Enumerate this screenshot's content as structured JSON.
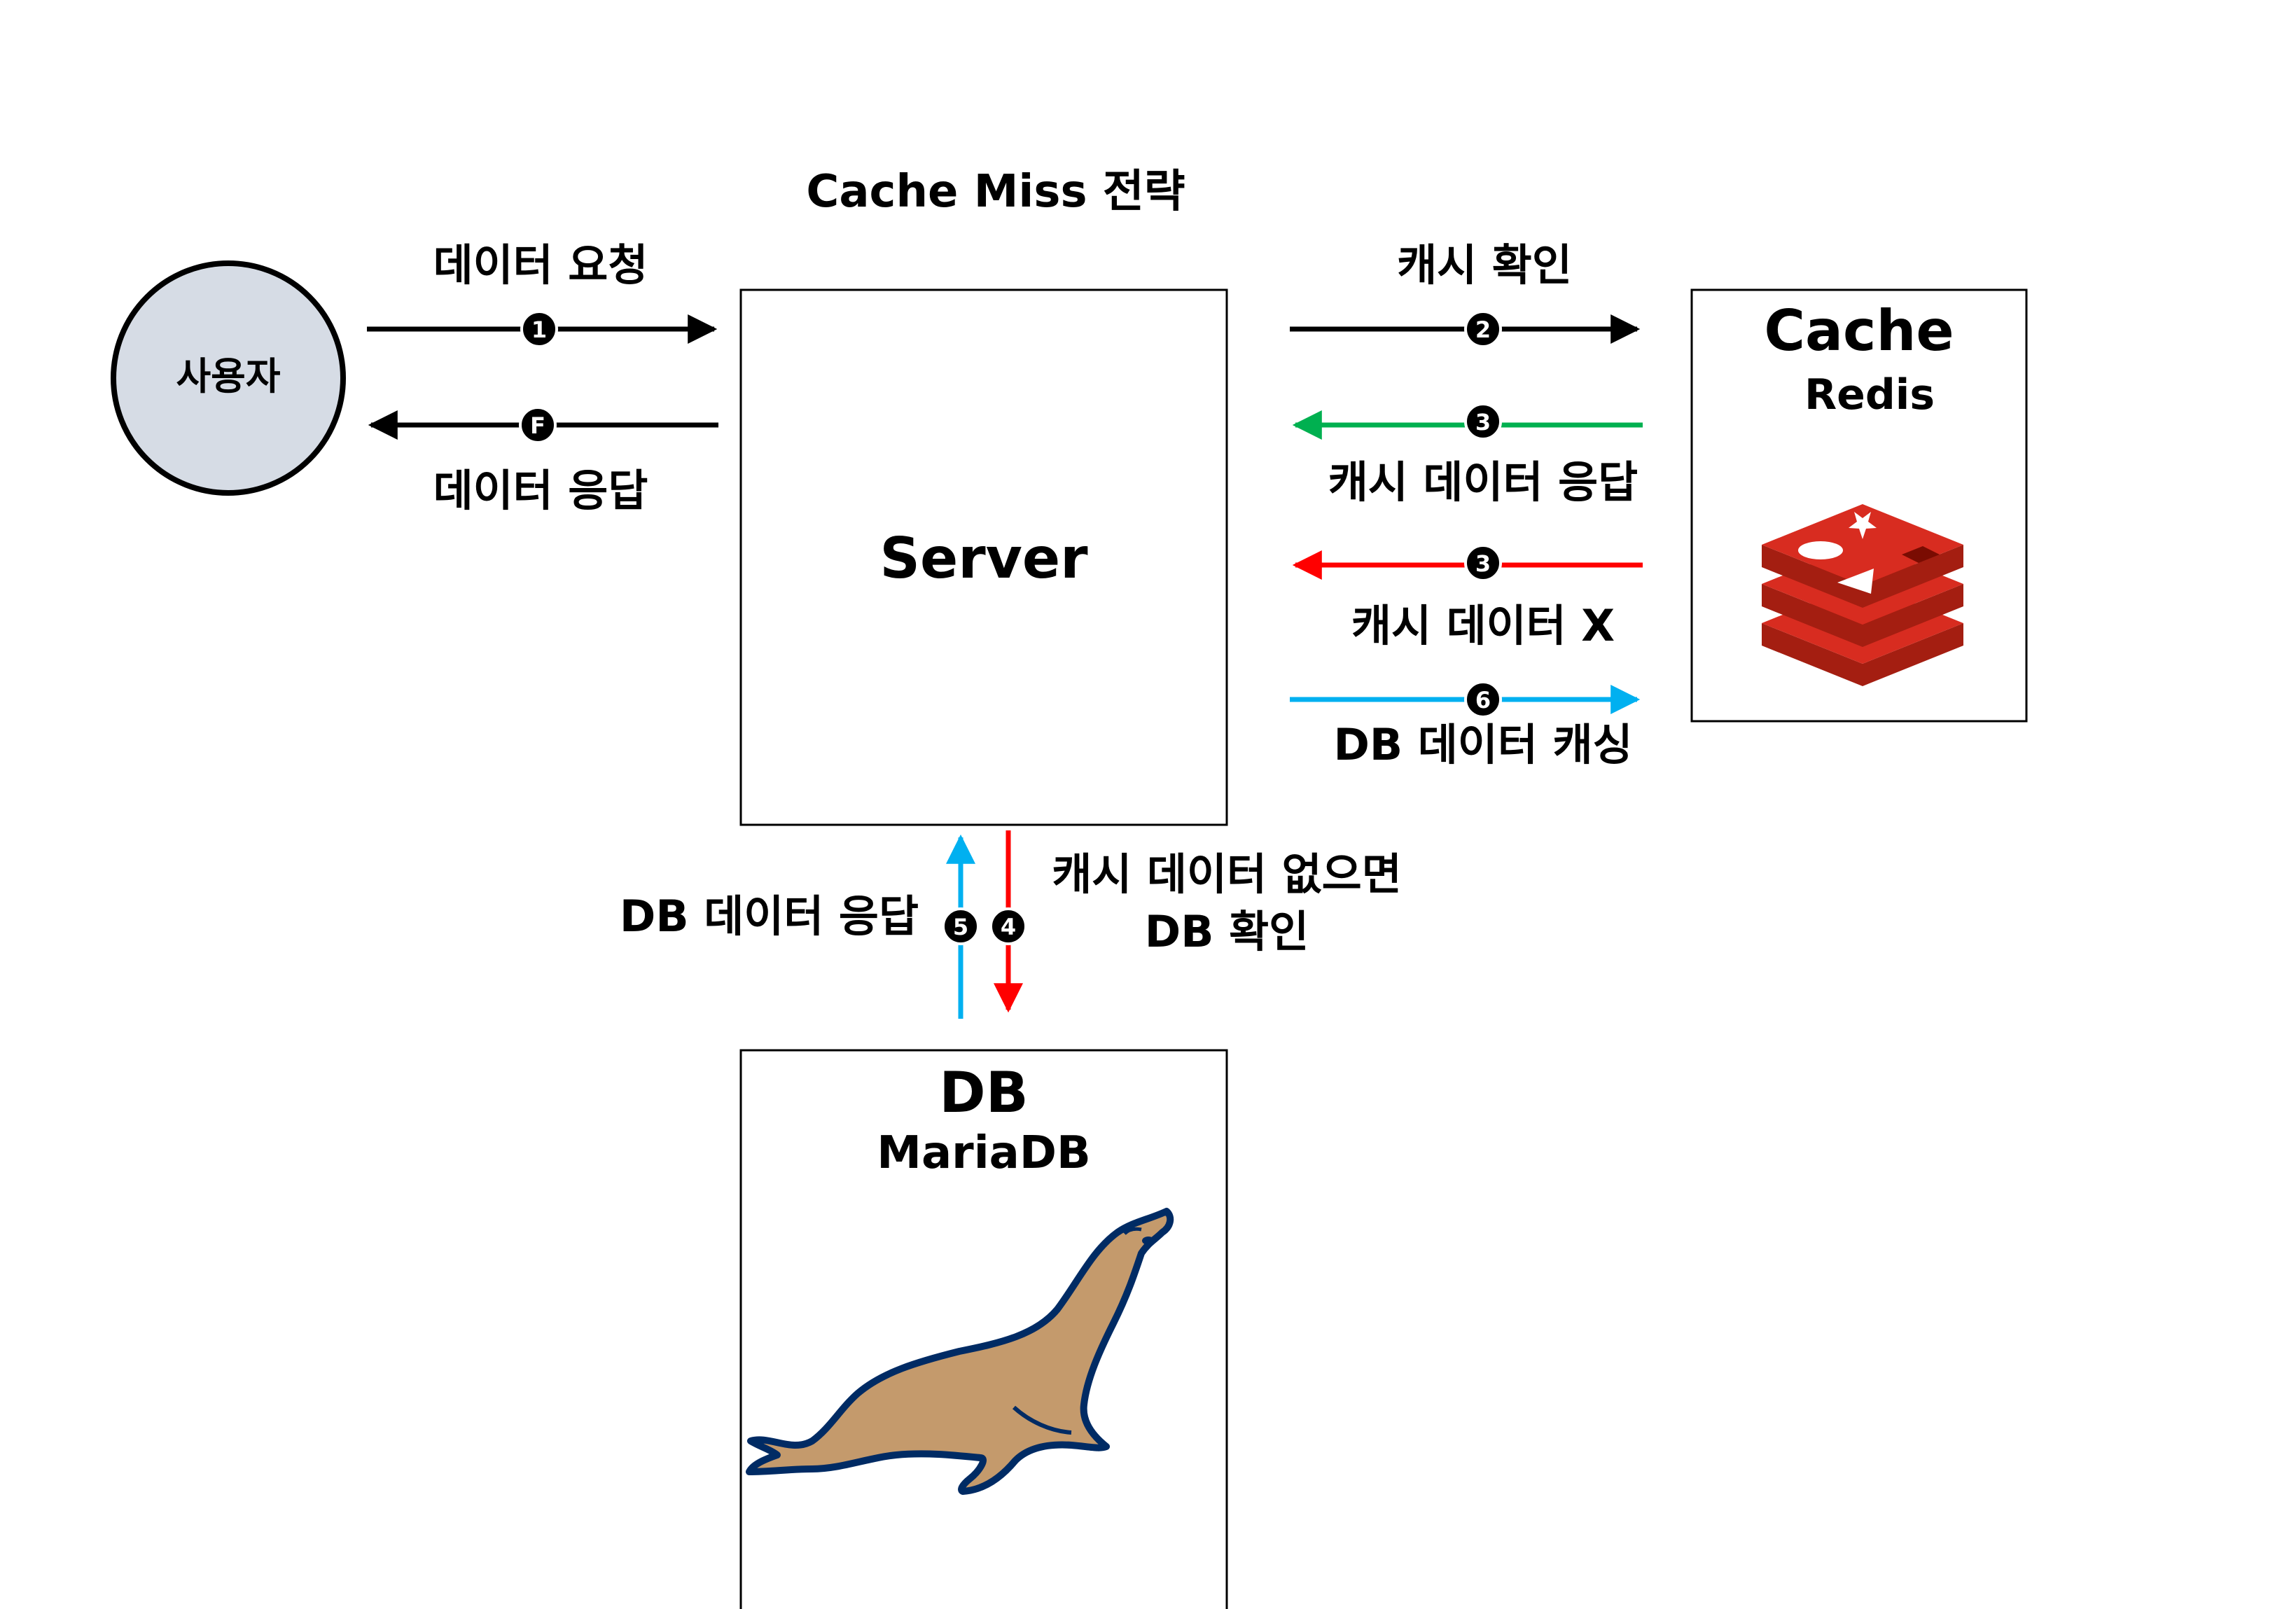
{
  "title": "Cache Miss 전략",
  "user": {
    "label": "사용자"
  },
  "server": {
    "label": "Server"
  },
  "cache": {
    "title": "Cache",
    "subtitle": "Redis"
  },
  "db": {
    "title": "DB",
    "subtitle": "MariaDB"
  },
  "steps": {
    "s1": {
      "badge": "1",
      "label": "데이터 요청"
    },
    "sF": {
      "badge": "F",
      "label": "데이터 응답"
    },
    "s2": {
      "badge": "2",
      "label": "캐시 확인"
    },
    "s3_hit": {
      "badge": "3",
      "label": "캐시 데이터 응답"
    },
    "s3_miss": {
      "badge": "3",
      "label": "캐시 데이터 X"
    },
    "s6": {
      "badge": "6",
      "label": "DB 데이터 캐싱"
    },
    "s5": {
      "badge": "5",
      "label": "DB 데이터 응답"
    },
    "s4": {
      "badge": "4",
      "label_line1": "캐시 데이터 없으면",
      "label_line2": "DB 확인"
    }
  },
  "colors": {
    "black": "#000000",
    "green": "#00b050",
    "red": "#ff0000",
    "blue": "#00b0f0",
    "user_fill": "#d6dce5",
    "redis_red": "#d82c20",
    "mariadb_tan": "#c49a6c",
    "mariadb_navy": "#002b64"
  }
}
